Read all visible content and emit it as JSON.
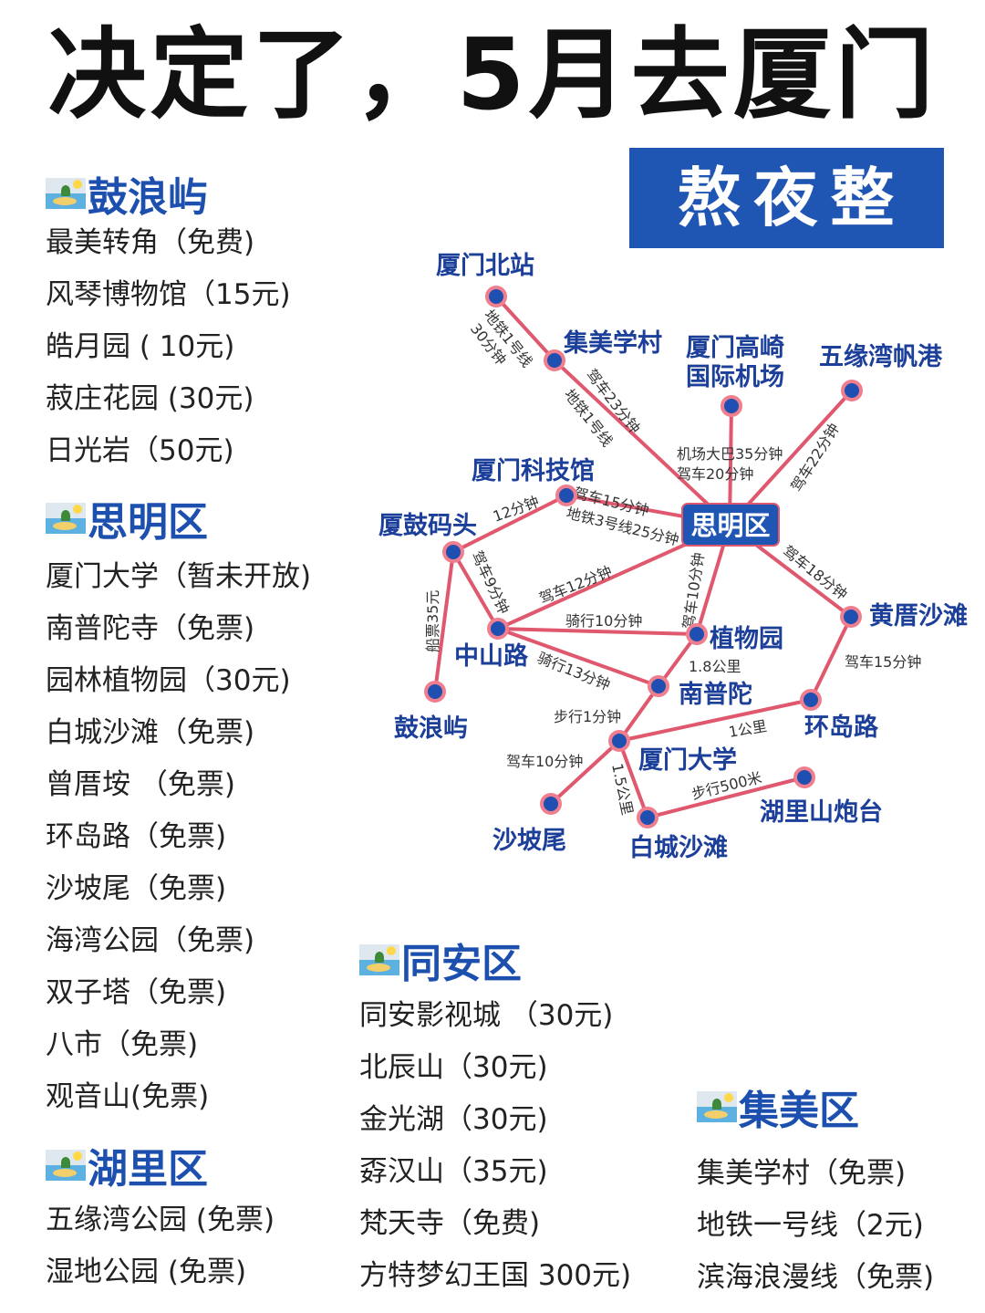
{
  "title": "决定了，5月去厦门",
  "badge": "熬夜整理",
  "colors": {
    "accent_blue": "#1f55b3",
    "route_line": "#e0586e",
    "node": "#1f4fb0"
  },
  "sections": {
    "gulangyu": {
      "icon": "island-icon",
      "title": "鼓浪屿",
      "items": [
        "最美转角（免费)",
        "风琴博物馆（15元)",
        "皓月园 ( 10元)",
        "菽庄花园 (30元)",
        "日光岩（50元)"
      ]
    },
    "siming": {
      "icon": "island-icon",
      "title": "思明区",
      "items": [
        "厦门大学（暂未开放)",
        "南普陀寺（免票)",
        "园林植物园（30元)",
        "白城沙滩（免票)",
        "曾厝垵 （免票)",
        "环岛路（免票)",
        "沙坡尾（免票)",
        "海湾公园（免票)",
        "双子塔（免票)",
        "八市（免票)",
        "观音山(免票)"
      ]
    },
    "huli": {
      "icon": "island-icon",
      "title": "湖里区",
      "items": [
        "五缘湾公园 (免票)",
        "湿地公园 (免票)"
      ]
    },
    "tongan": {
      "icon": "island-icon",
      "title": "同安区",
      "items": [
        "同安影视城 （30元)",
        "北辰山（30元)",
        "金光湖（30元)",
        "孬汉山（35元)",
        "梵天寺（免费)",
        "方特梦幻王国 300元)"
      ]
    },
    "jimei": {
      "icon": "island-icon",
      "title": "集美区",
      "items": [
        "集美学村（免票)",
        "地铁一号线（2元)",
        "滨海浪漫线（免票)"
      ]
    }
  },
  "map": {
    "nodes": {
      "beizhan": "厦门北站",
      "jimei": "集美学村",
      "airport1": "厦门高崎",
      "airport2": "国际机场",
      "wuyuan": "五缘湾帆港",
      "keji": "厦门科技馆",
      "siming": "思明区",
      "xiagu": "厦鼓码头",
      "zhongshan": "中山路",
      "zhiwu": "植物园",
      "huangcuo": "黄厝沙滩",
      "nanputuo": "南普陀",
      "huandao": "环岛路",
      "xiada": "厦门大学",
      "paotai": "湖里山炮台",
      "shapowei": "沙坡尾",
      "baicheng": "白城沙滩",
      "gulangyu": "鼓浪屿"
    },
    "edges": {
      "beizhan_jimei": "地铁1号线",
      "beizhan_jimei_2": "30分钟",
      "jimei_siming": "驾车23分钟",
      "jimei_siming_2": "地铁1号线",
      "airport_siming": "机场大巴35分钟",
      "airport_siming_2": "驾车20分钟",
      "wuyuan_siming": "驾车22分钟",
      "keji_siming": "驾车15分钟",
      "keji_siming_2": "地铁3号线25分钟",
      "keji_xiagu": "12分钟",
      "xiagu_zhongshan": "驾车9分钟",
      "xiagu_gulangyu": "船票35元",
      "zhongshan_siming": "驾车12分钟",
      "zhiwu_siming": "驾车10分钟",
      "zhongshan_zhiwu": "骑行10分钟",
      "zhongshan_nanputuo": "骑行13分钟",
      "zhiwu_nanputuo": "1.8公里",
      "siming_huangcuo": "驾车18分钟",
      "huangcuo_huandao": "驾车15分钟",
      "nanputuo_xiada": "步行1分钟",
      "xiada_huandao": "1公里",
      "xiada_shapowei": "驾车10分钟",
      "xiada_baicheng": "1.5公里",
      "baicheng_paotai": "步行500米"
    }
  }
}
